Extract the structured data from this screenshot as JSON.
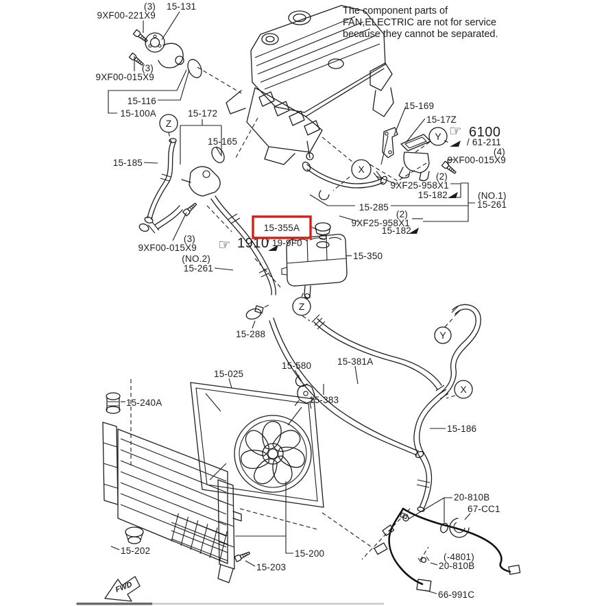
{
  "note": {
    "line1": "The component parts of",
    "line2": "FAN,ELECTRIC are not for service",
    "line3": "because they cannot be separated."
  },
  "highlight": {
    "part": "15-355A"
  },
  "refs": {
    "r6100": "6100",
    "r61_211": "/ 61-211",
    "r1910": "1910",
    "r19_9f0": "/ 19-9F0"
  },
  "markers": {
    "z1": "Z",
    "x1": "X",
    "y1": "Y",
    "z2": "Z",
    "y2": "Y",
    "x2": "X"
  },
  "icons": {
    "hand": "☞"
  },
  "fwd_label": "FWD",
  "colors": {
    "ink": "#1c1c1c",
    "highlight_red": "#d32017"
  },
  "labels": {
    "qty3_a": "(3)",
    "p9xf00_221x9": "9XF00-221X9",
    "p15_131": "15-131",
    "qty3_b": "(3)",
    "p9xf00_015x9_a": "9XF00-015X9",
    "p15_116": "15-116",
    "p15_100a": "15-100A",
    "p15_172": "15-172",
    "p15_165": "15-165",
    "p15_185": "15-185",
    "qty3_c": "(3)",
    "p9xf00_015x9_b": "9XF00-015X9",
    "no2": "(NO.2)",
    "p15_261_a": "15-261",
    "p15_169": "15-169",
    "p15_17z": "15-17Z",
    "qty4": "(4)",
    "p9xf00_015x9_c": "9XF00-015X9",
    "qty2_a": "(2)",
    "p9xf25_958x1_a": "9XF25-958X1",
    "p15_182_a": "15-182",
    "no1": "(NO.1)",
    "p15_261_b": "15-261",
    "p15_285": "15-285",
    "qty2_b": "(2)",
    "p9xf25_958x1_b": "9XF25-958X1",
    "p15_182_b": "15-182",
    "p15_350": "15-350",
    "p15_288": "15-288",
    "p15_580": "15-580",
    "p15_381a": "15-381A",
    "p15_383": "15-383",
    "p15_025": "15-025",
    "p15_186": "15-186",
    "p15_240a": "15-240A",
    "p15_202": "15-202",
    "p15_200": "15-200",
    "p15_203": "15-203",
    "p20_810b_a": "20-810B",
    "p67_cc1": "67-CC1",
    "minus4801": "(-4801)",
    "p20_810b_b": "20-810B",
    "p66_991c": "66-991C"
  }
}
